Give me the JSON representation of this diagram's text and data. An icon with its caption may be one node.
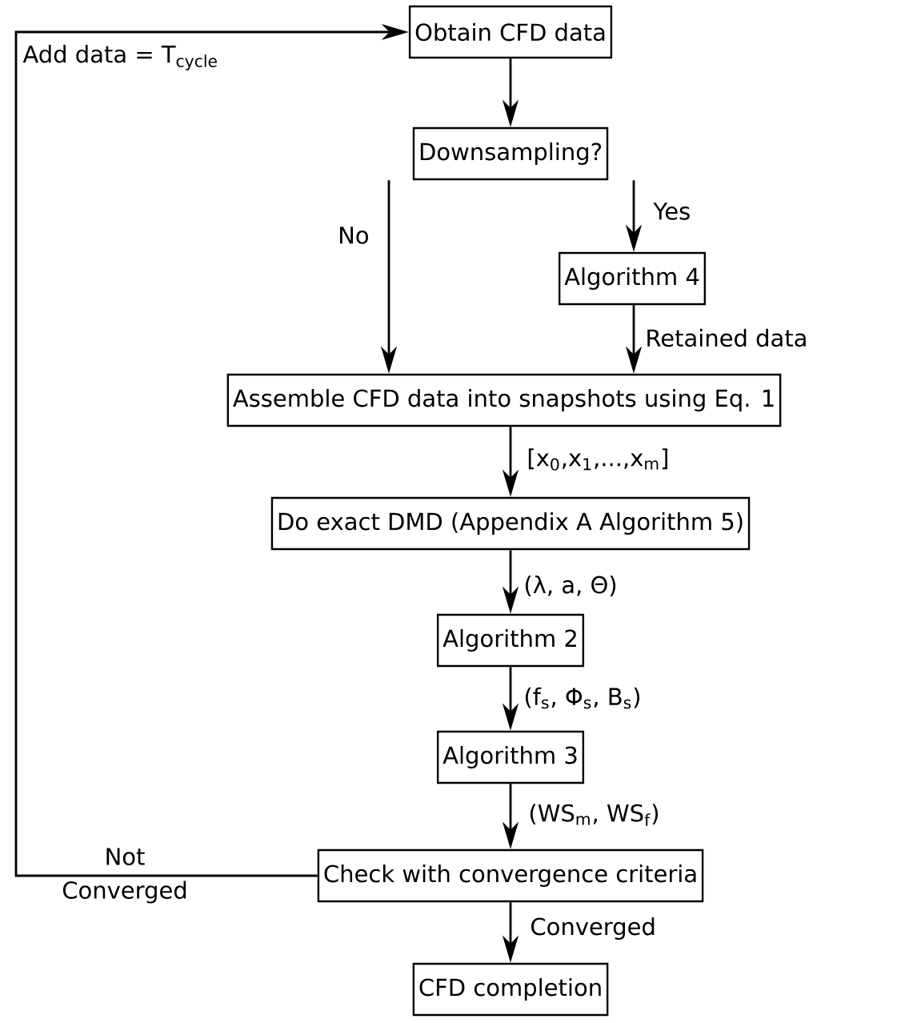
{
  "diagram": {
    "nodes": [
      {
        "text": [
          "Obtain CFD data"
        ]
      },
      {
        "text": [
          "Downsampling?"
        ]
      },
      {
        "text": [
          "Algorithm 4"
        ]
      },
      {
        "text": [
          "Assemble CFD data into snapshots using Eq. 1"
        ]
      },
      {
        "text": [
          "Do exact DMD (Appendix A Algorithm 5)"
        ]
      },
      {
        "text": [
          "Algorithm 2"
        ]
      },
      {
        "text": [
          "Algorithm 3"
        ]
      },
      {
        "text": [
          "Check with convergence criteria"
        ]
      },
      {
        "text": [
          "CFD completion"
        ]
      }
    ],
    "edges": [
      {
        "from": 0,
        "to": 1,
        "arrow": "to"
      },
      {
        "from": 1,
        "to": 2,
        "arrow": "to",
        "label": "Yes"
      },
      {
        "from": 1,
        "to": 3,
        "arrow": "to",
        "label": "No"
      },
      {
        "from": 2,
        "to": 3,
        "arrow": "to",
        "label": "Retained data"
      },
      {
        "from": 3,
        "to": 4,
        "arrow": "to",
        "label": "[x$_{0}$,x$_{1}$,...,x$_{m}$]"
      },
      {
        "from": 4,
        "to": 5,
        "arrow": "to",
        "label": "(λ, a, Θ)"
      },
      {
        "from": 5,
        "to": 6,
        "arrow": "to",
        "label": "(f$_{s}$, Φ$_{s}$, B$_{s}$)"
      },
      {
        "from": 6,
        "to": 7,
        "arrow": "to",
        "label": "(WS$_{m}$, WS$_{f}$)"
      },
      {
        "from": 7,
        "to": 8,
        "arrow": "to",
        "label": "Converged"
      },
      {
        "from": 7,
        "to": 0,
        "arrow": "to",
        "label": "Not Converged"
      }
    ],
    "labels": [
      "Add data = T$_{cycle}$"
    ]
  }
}
